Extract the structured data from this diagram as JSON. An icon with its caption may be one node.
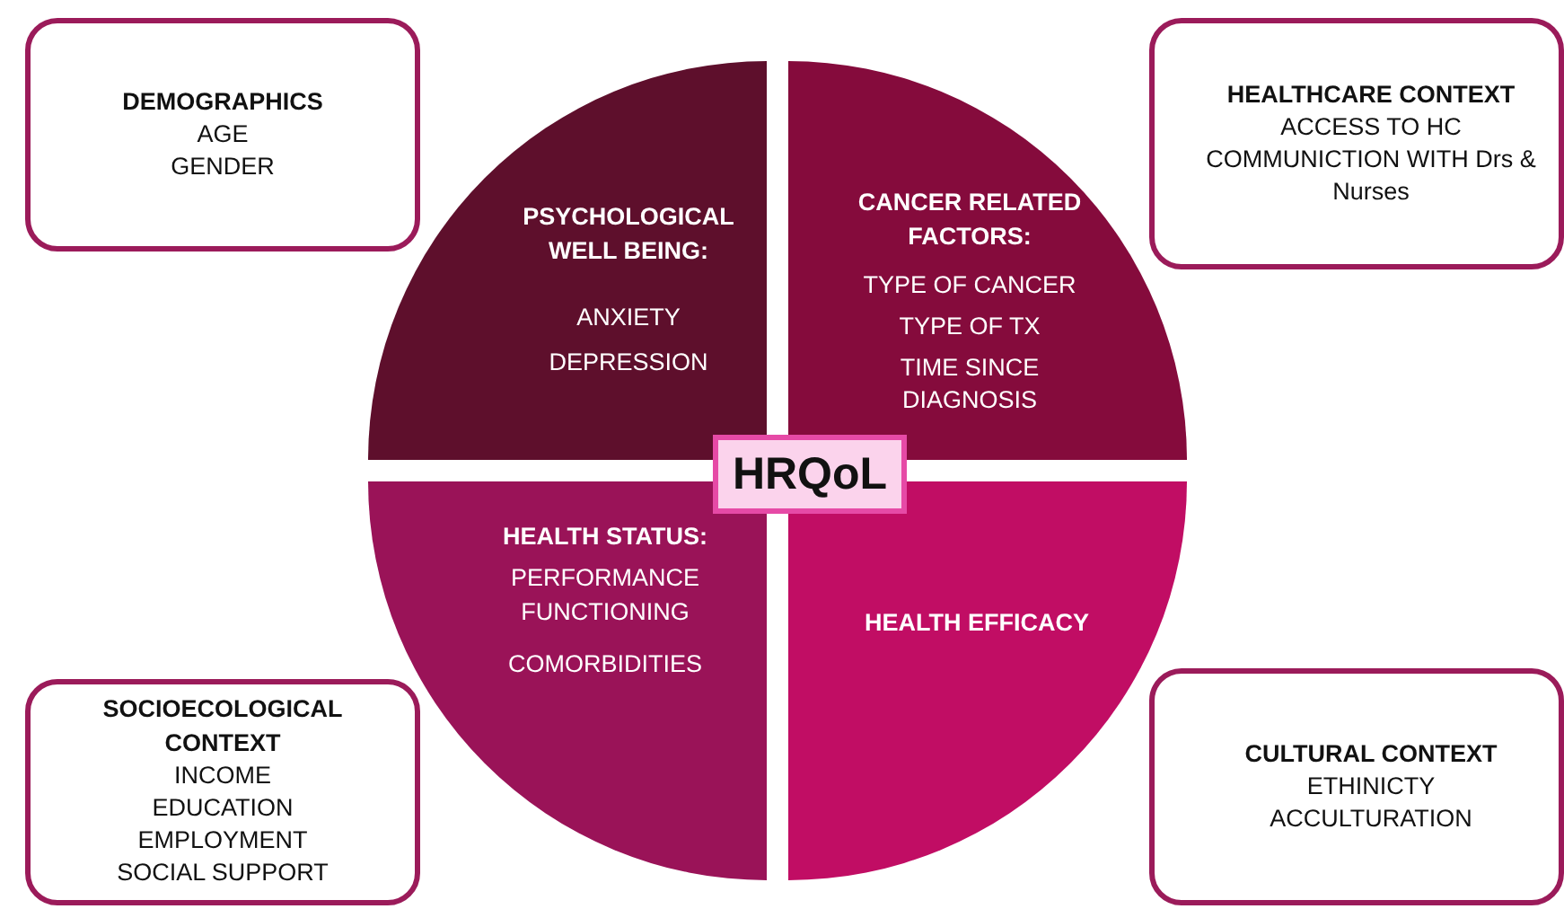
{
  "diagram": {
    "nodes": [
      {
        "text": [
          "DEMOGRAPHICS",
          "AGE",
          "GENDER"
        ]
      },
      {
        "text": [
          "PSYCHOLOGICAL WELL BEING:",
          "ANXIETY",
          "DEPRESSION"
        ]
      },
      {
        "text": [
          "CANCER RELATED FACTORS:",
          "TYPE OF CANCER",
          "TYPE OF TX",
          "TIME SINCE DIAGNOSIS"
        ]
      },
      {
        "text": [
          "HEALTHCARE CONTEXT",
          "ACCESS TO HC",
          "COMMUNICTION WITH Drs & Nurses"
        ]
      },
      {
        "text": [
          "HRQoL"
        ]
      },
      {
        "text": [
          "HEALTH STATUS:",
          "PERFORMANCE FUNCTIONING",
          "COMORBIDITIES"
        ]
      },
      {
        "text": [
          "HEALTH EFFICACY"
        ]
      },
      {
        "text": [
          "SOCIOECOLOGICAL CONTEXT",
          "INCOME",
          "EDUCATION",
          "EMPLOYMENT",
          "SOCIAL SUPPORT"
        ]
      },
      {
        "text": [
          "CULTURAL CONTEXT",
          "ETHINICTY",
          "ACCULTURATION"
        ]
      }
    ],
    "edges": []
  }
}
